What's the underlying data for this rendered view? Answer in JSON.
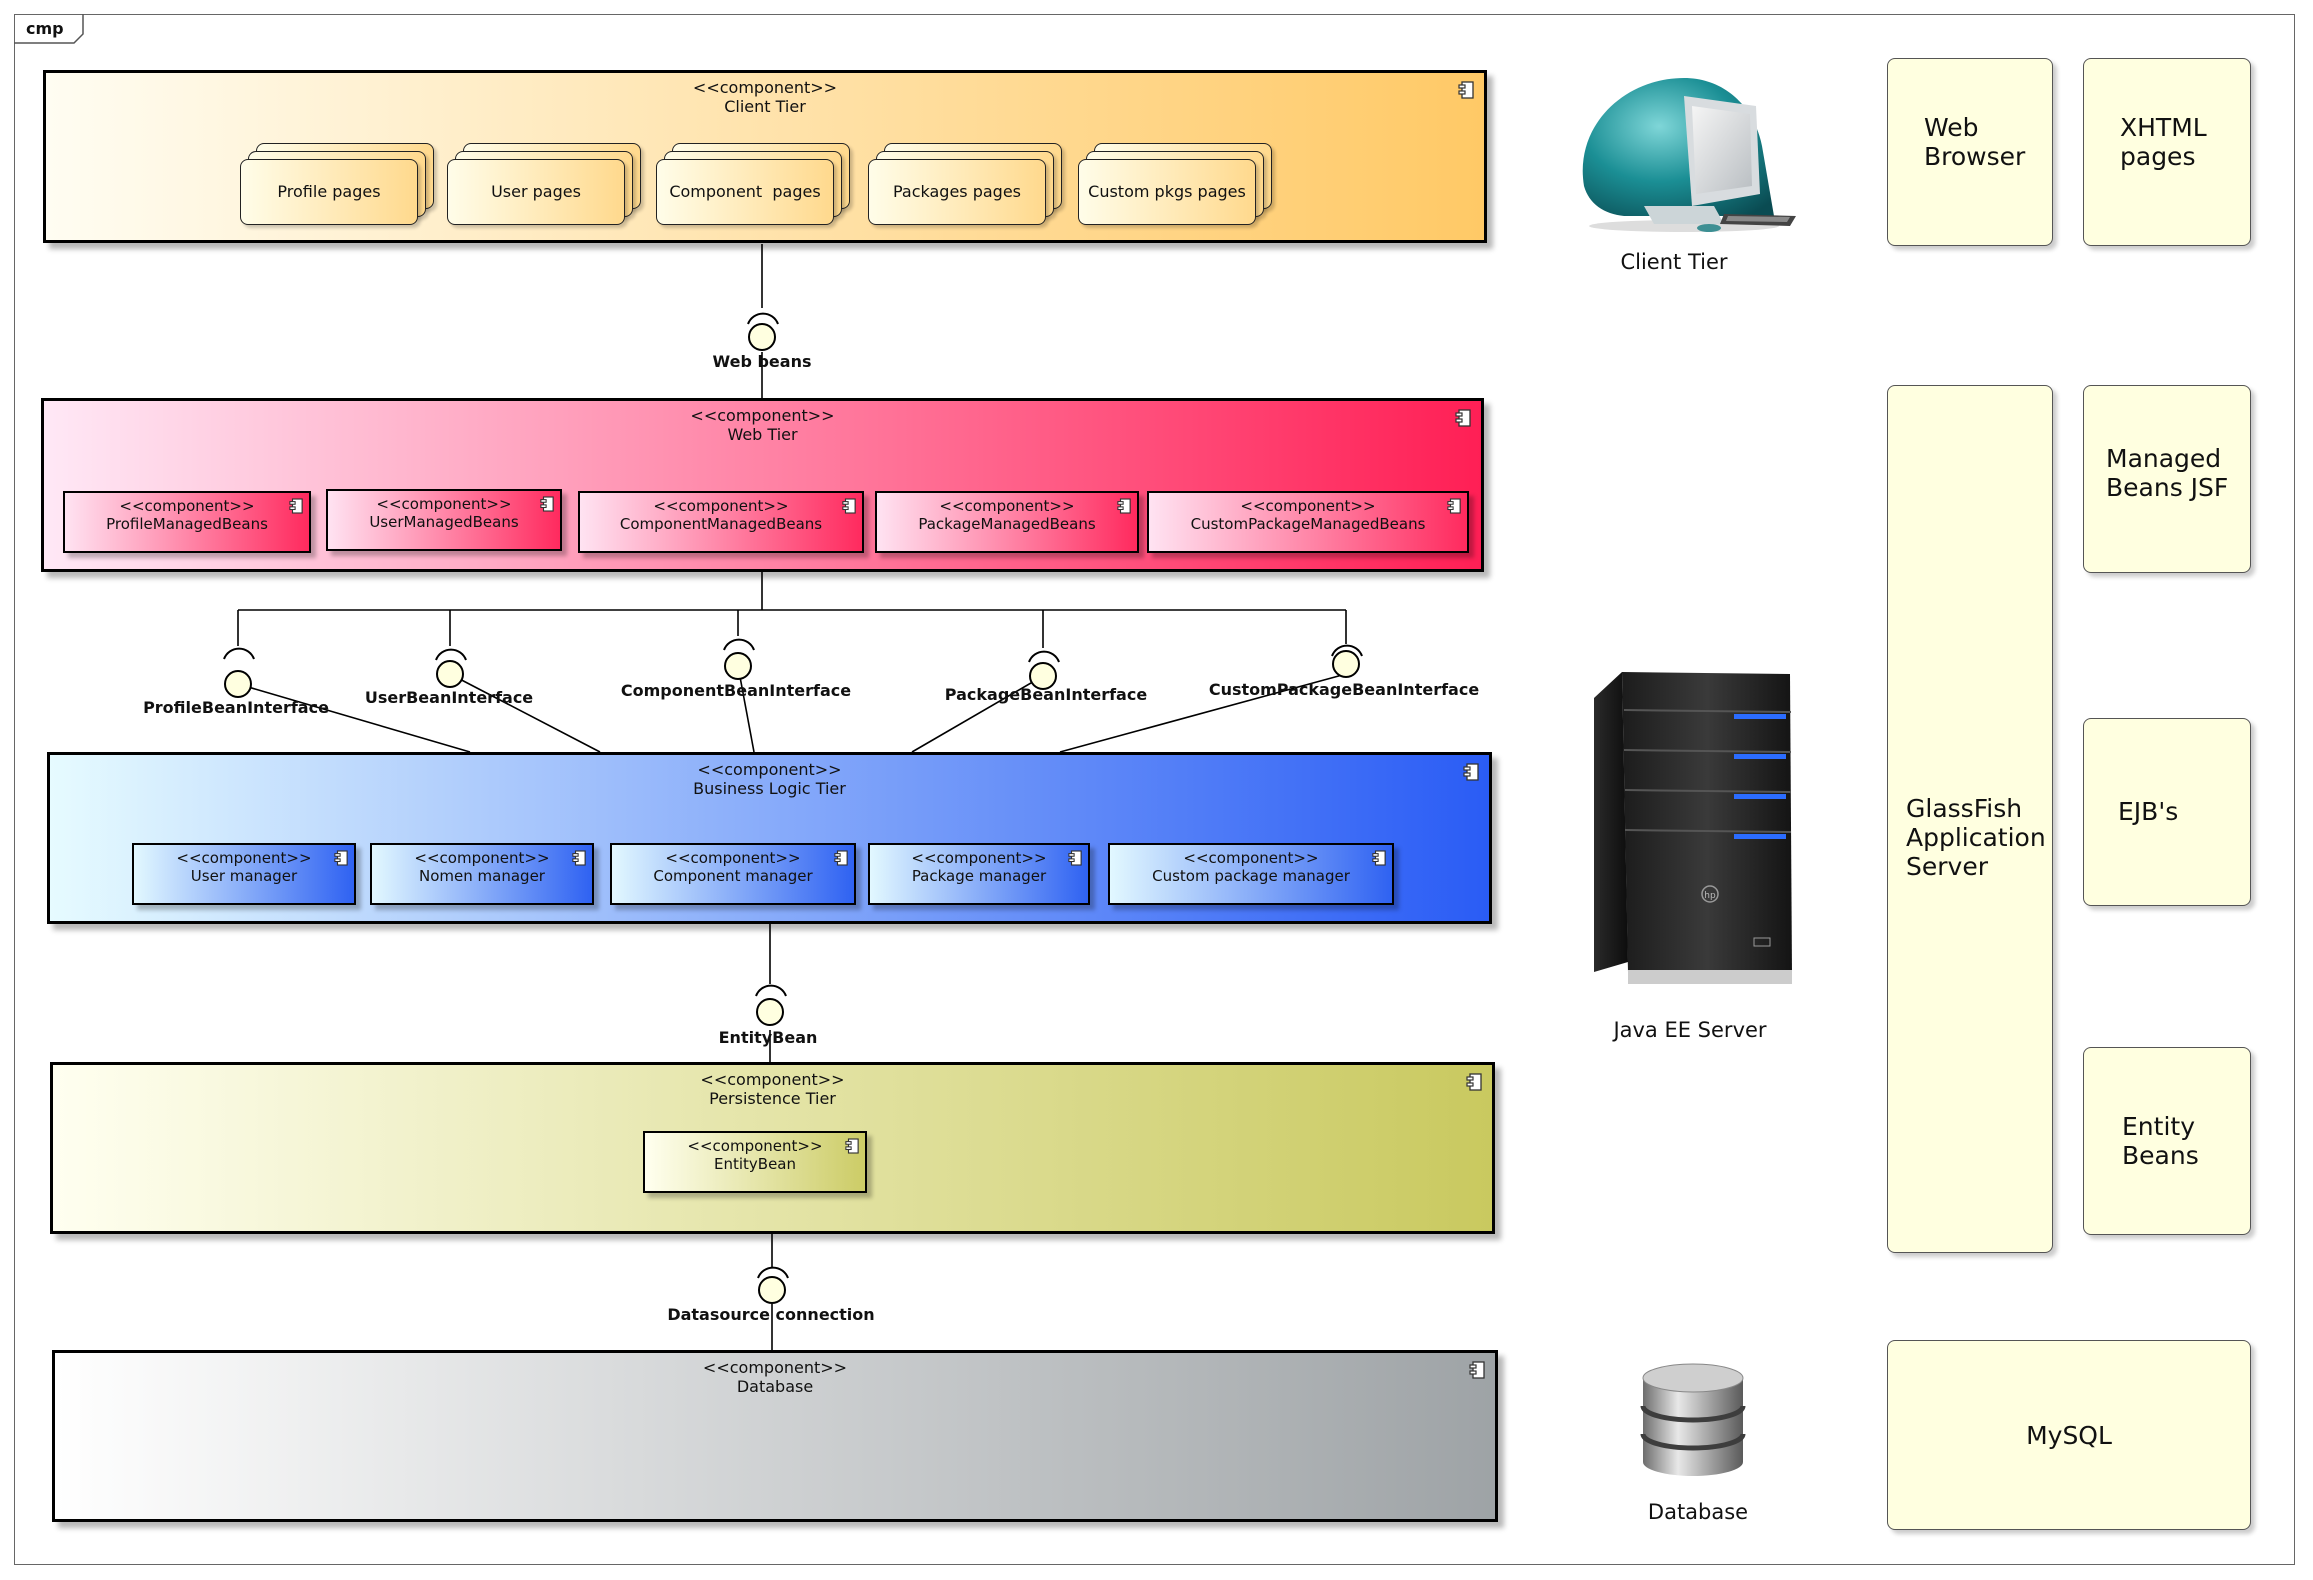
{
  "frame": {
    "label": "cmp"
  },
  "tiers": {
    "client": {
      "stereotype": "<<component>>",
      "name": "Client Tier",
      "pages": [
        "Profile pages",
        "User pages",
        "Component  pages",
        "Packages pages",
        "Custom pkgs pages"
      ]
    },
    "web": {
      "stereotype": "<<component>>",
      "name": "Web Tier",
      "subcomponents": [
        {
          "stereotype": "<<component>>",
          "name": "ProfileManagedBeans"
        },
        {
          "stereotype": "<<component>>",
          "name": "UserManagedBeans"
        },
        {
          "stereotype": "<<component>>",
          "name": "ComponentManagedBeans"
        },
        {
          "stereotype": "<<component>>",
          "name": "PackageManagedBeans"
        },
        {
          "stereotype": "<<component>>",
          "name": "CustomPackageManagedBeans"
        }
      ]
    },
    "business": {
      "stereotype": "<<component>>",
      "name": "Business Logic Tier",
      "subcomponents": [
        {
          "stereotype": "<<component>>",
          "name": "User manager"
        },
        {
          "stereotype": "<<component>>",
          "name": "Nomen manager"
        },
        {
          "stereotype": "<<component>>",
          "name": "Component manager"
        },
        {
          "stereotype": "<<component>>",
          "name": "Package manager"
        },
        {
          "stereotype": "<<component>>",
          "name": "Custom package manager"
        }
      ]
    },
    "persistence": {
      "stereotype": "<<component>>",
      "name": "Persistence Tier",
      "subcomponents": [
        {
          "stereotype": "<<component>>",
          "name": "EntityBean"
        }
      ]
    },
    "database": {
      "stereotype": "<<component>>",
      "name": "Database"
    }
  },
  "interfaces": {
    "web_beans": "Web beans",
    "bean_interfaces": [
      "ProfileBeanInterface",
      "UserBeanInterface",
      "ComponentBeanInterface",
      "PackageBeanInterface",
      "CustomPackageBeanInterface"
    ],
    "entity_bean": "EntityBean",
    "datasource": "Datasource connection"
  },
  "illustrations": {
    "client_caption": "Client Tier",
    "server_caption": "Java EE Server",
    "database_caption": "Database",
    "server_brand": "hp"
  },
  "notes": {
    "web_browser": [
      "Web",
      "Browser"
    ],
    "xhtml_pages": [
      "XHTML",
      "pages"
    ],
    "glassfish": [
      "GlassFish",
      "Application",
      "Server"
    ],
    "managed_beans": [
      "Managed",
      "Beans JSF"
    ],
    "ejbs": [
      "EJB's"
    ],
    "entity_beans": [
      "Entity",
      "Beans"
    ],
    "mysql": [
      "MySQL"
    ]
  },
  "colors": {
    "client_gradient": [
      "#fffdf2",
      "#ffc966"
    ],
    "web_gradient": [
      "#ffe8f6",
      "#ff1f55"
    ],
    "business_gradient": [
      "#e6fbff",
      "#2a5cf5"
    ],
    "persistence_gradient": [
      "#fffff0",
      "#c9c95f"
    ],
    "database_gradient": [
      "#ffffff",
      "#9ea3a6"
    ],
    "note_fill": "#ffffe0",
    "lollipop_fill": "#ffffe0"
  }
}
